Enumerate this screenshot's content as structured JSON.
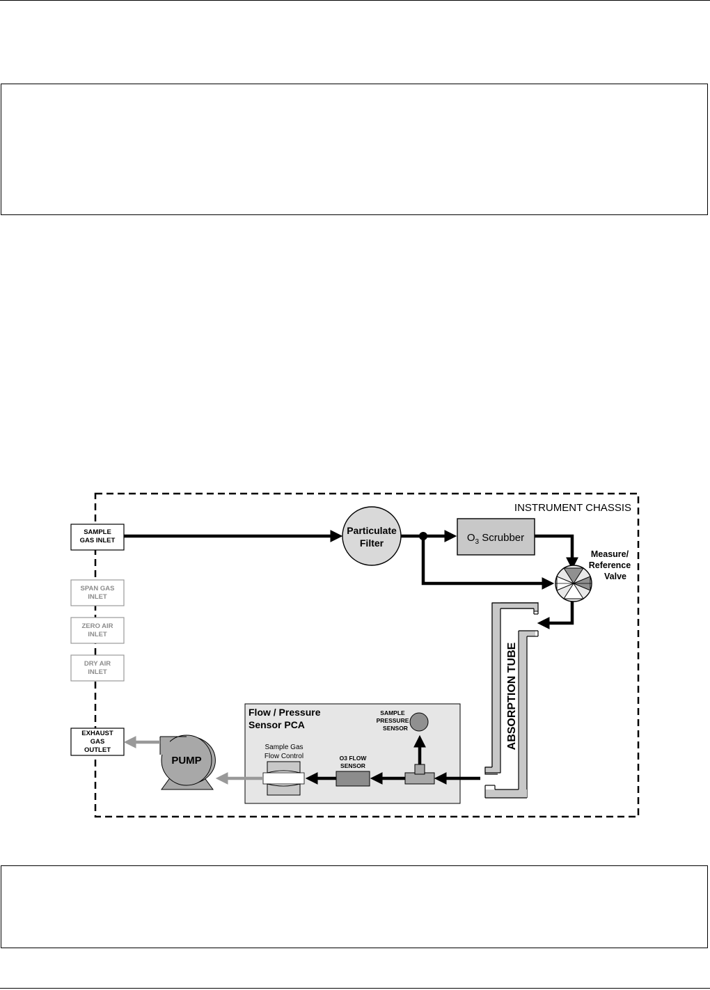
{
  "diagram": {
    "chassis_label": "INSTRUMENT CHASSIS",
    "inlets": {
      "sample": [
        "SAMPLE",
        "GAS INLET"
      ],
      "span": [
        "SPAN GAS",
        "INLET"
      ],
      "zero": [
        "ZERO AIR",
        "INLET"
      ],
      "dry": [
        "DRY AIR",
        "INLET"
      ],
      "exhaust": [
        "EXHAUST",
        "GAS",
        "OUTLET"
      ]
    },
    "particulate_filter": [
      "Particulate",
      "Filter"
    ],
    "scrubber": {
      "main": "O",
      "sub": "3",
      "rest": " Scrubber"
    },
    "valve_label": [
      "Measure/",
      "Reference",
      "Valve"
    ],
    "absorption_tube": "ABSORPTION TUBE",
    "pca_title": [
      "Flow / Pressure",
      "Sensor PCA"
    ],
    "pressure_sensor": [
      "SAMPLE",
      "PRESSURE",
      "SENSOR"
    ],
    "flow_sensor": [
      "O3 FLOW",
      "SENSOR"
    ],
    "flow_control": [
      "Sample Gas",
      "Flow Control"
    ],
    "pump": "PUMP"
  },
  "colors": {
    "main_flow": "#000000",
    "exhaust_flow": "#999999",
    "inactive_inlet_text": "#8c8c8c",
    "component_fill": "#c8c8c8",
    "pca_fill": "#e6e6e6"
  }
}
